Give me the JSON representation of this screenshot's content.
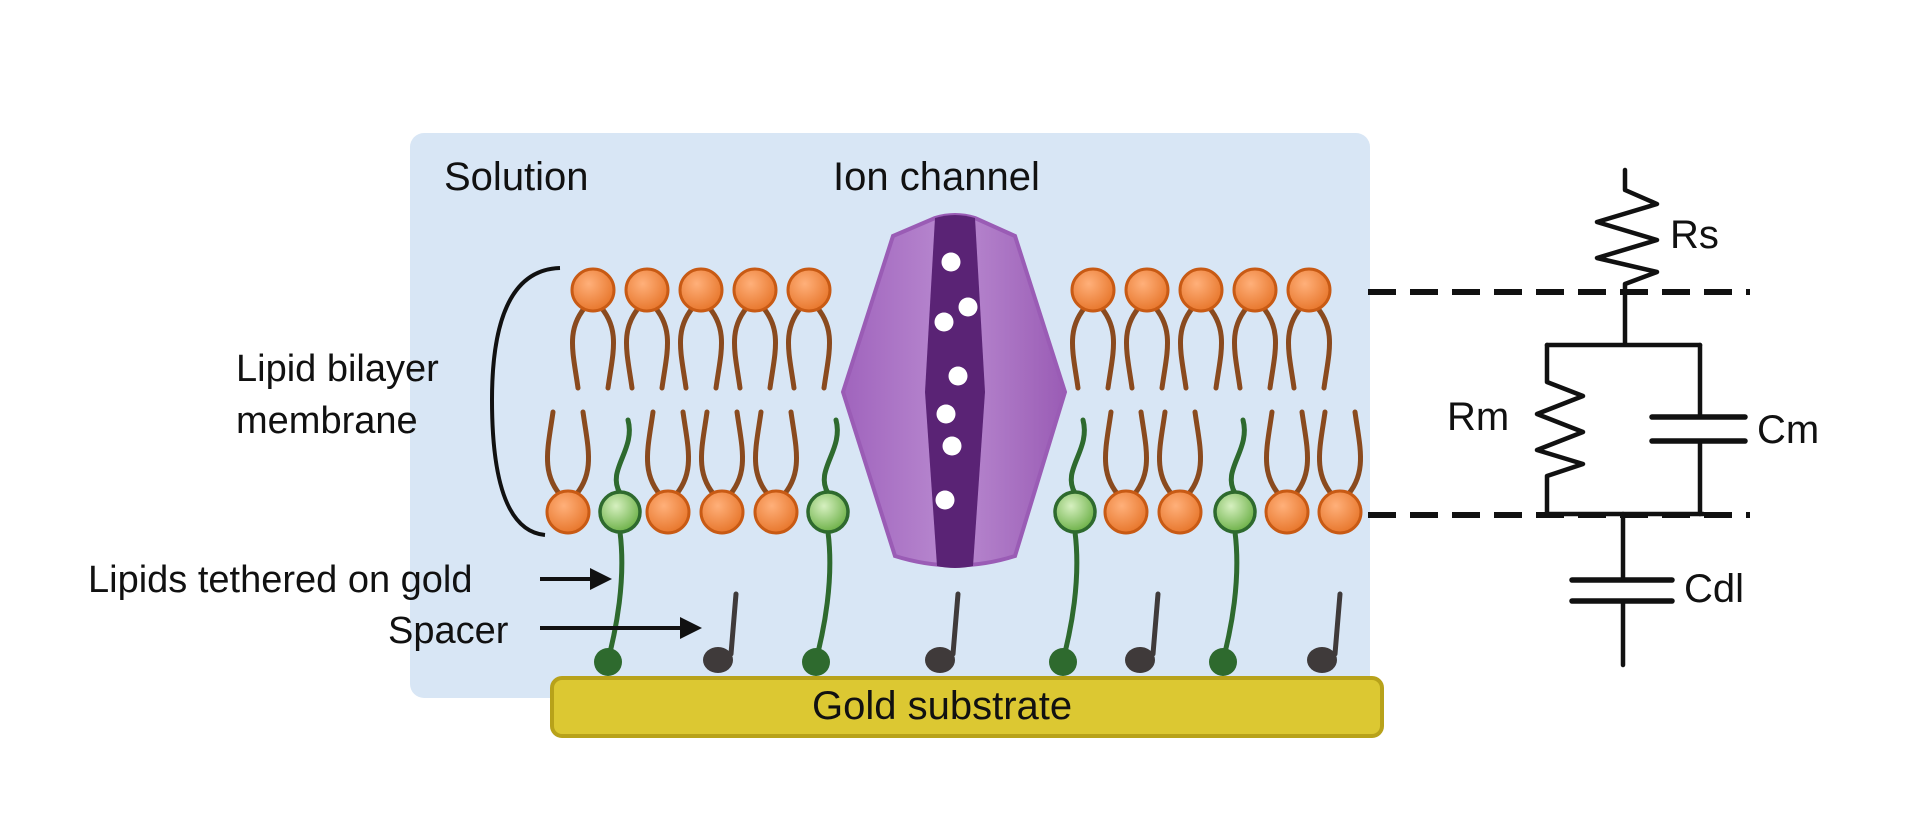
{
  "labels": {
    "solution": "Solution",
    "ion_channel": "Ion channel",
    "lipid_bilayer_line1": "Lipid bilayer",
    "lipid_bilayer_line2": "membrane",
    "tethered": "Lipids tethered on gold",
    "spacer": "Spacer",
    "gold": "Gold substrate"
  },
  "circuit": {
    "rs": "Rs",
    "rm": "Rm",
    "cm": "Cm",
    "cdl": "Cdl"
  },
  "colors": {
    "solution_bg": "#d8e6f5",
    "lipid_head": "#e8782e",
    "lipid_tail": "#8a4a1e",
    "tether_head": "#7fbf5a",
    "tether_line": "#2e6a2e",
    "spacer": "#3f3a3a",
    "gold_fill": "#dcc832",
    "gold_border": "#b8a21a",
    "channel_outer": "#9a5cb5",
    "channel_inner": "#5a2375",
    "wire": "#111111"
  },
  "icons": {
    "lipid": "lipid-molecule-icon",
    "tether": "tethered-lipid-icon",
    "spacer": "spacer-molecule-icon",
    "channel": "ion-channel-icon",
    "resistor": "resistor-symbol",
    "capacitor": "capacitor-symbol"
  }
}
